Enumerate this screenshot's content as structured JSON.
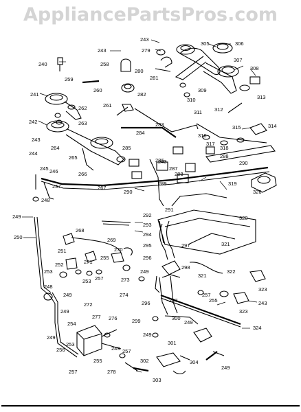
{
  "watermark": "AppliancePartsPros.com",
  "callouts": [
    {
      "id": "c240",
      "text": "240"
    },
    {
      "id": "c241",
      "text": "241"
    },
    {
      "id": "c242",
      "text": "242"
    },
    {
      "id": "c243a",
      "text": "243"
    },
    {
      "id": "c243b",
      "text": "243"
    },
    {
      "id": "c243c",
      "text": "243"
    },
    {
      "id": "c243d",
      "text": "243"
    },
    {
      "id": "c243e",
      "text": "243"
    },
    {
      "id": "c244",
      "text": "244"
    },
    {
      "id": "c245",
      "text": "245"
    },
    {
      "id": "c246",
      "text": "246"
    },
    {
      "id": "c247",
      "text": "247"
    },
    {
      "id": "c248a",
      "text": "248"
    },
    {
      "id": "c248b",
      "text": "248"
    },
    {
      "id": "c249a",
      "text": "249"
    },
    {
      "id": "c249b",
      "text": "249"
    },
    {
      "id": "c249c",
      "text": "249"
    },
    {
      "id": "c249d",
      "text": "249"
    },
    {
      "id": "c249e",
      "text": "249"
    },
    {
      "id": "c249f",
      "text": "249"
    },
    {
      "id": "c249g",
      "text": "249"
    },
    {
      "id": "c249h",
      "text": "249"
    },
    {
      "id": "c249i",
      "text": "249"
    },
    {
      "id": "c250",
      "text": "250"
    },
    {
      "id": "c251",
      "text": "251"
    },
    {
      "id": "c252",
      "text": "252"
    },
    {
      "id": "c253a",
      "text": "253"
    },
    {
      "id": "c253b",
      "text": "253"
    },
    {
      "id": "c253c",
      "text": "253"
    },
    {
      "id": "c254",
      "text": "254"
    },
    {
      "id": "c255a",
      "text": "255"
    },
    {
      "id": "c255b",
      "text": "255"
    },
    {
      "id": "c255c",
      "text": "255"
    },
    {
      "id": "c256",
      "text": "256"
    },
    {
      "id": "c257a",
      "text": "257"
    },
    {
      "id": "c257b",
      "text": "257"
    },
    {
      "id": "c257c",
      "text": "257"
    },
    {
      "id": "c257d",
      "text": "257"
    },
    {
      "id": "c258",
      "text": "258"
    },
    {
      "id": "c259",
      "text": "259"
    },
    {
      "id": "c260",
      "text": "260"
    },
    {
      "id": "c261",
      "text": "261"
    },
    {
      "id": "c262",
      "text": "262"
    },
    {
      "id": "c263",
      "text": "263"
    },
    {
      "id": "c264",
      "text": "264"
    },
    {
      "id": "c265",
      "text": "265"
    },
    {
      "id": "c266",
      "text": "266"
    },
    {
      "id": "c267",
      "text": "267"
    },
    {
      "id": "c268",
      "text": "268"
    },
    {
      "id": "c269",
      "text": "269"
    },
    {
      "id": "c270",
      "text": "270"
    },
    {
      "id": "c271",
      "text": "271"
    },
    {
      "id": "c272",
      "text": "272"
    },
    {
      "id": "c273",
      "text": "273"
    },
    {
      "id": "c274",
      "text": "274"
    },
    {
      "id": "c276",
      "text": "276"
    },
    {
      "id": "c277",
      "text": "277"
    },
    {
      "id": "c278",
      "text": "278"
    },
    {
      "id": "c279",
      "text": "279"
    },
    {
      "id": "c280",
      "text": "280"
    },
    {
      "id": "c281",
      "text": "281"
    },
    {
      "id": "c282",
      "text": "282"
    },
    {
      "id": "c283",
      "text": "283"
    },
    {
      "id": "c284",
      "text": "284"
    },
    {
      "id": "c285",
      "text": "285"
    },
    {
      "id": "c286",
      "text": "286"
    },
    {
      "id": "c287",
      "text": "287"
    },
    {
      "id": "c288a",
      "text": "288"
    },
    {
      "id": "c288b",
      "text": "288"
    },
    {
      "id": "c289",
      "text": "289"
    },
    {
      "id": "c290a",
      "text": "290"
    },
    {
      "id": "c290b",
      "text": "290"
    },
    {
      "id": "c291",
      "text": "291"
    },
    {
      "id": "c292",
      "text": "292"
    },
    {
      "id": "c293",
      "text": "293"
    },
    {
      "id": "c294",
      "text": "294"
    },
    {
      "id": "c295",
      "text": "295"
    },
    {
      "id": "c296a",
      "text": "296"
    },
    {
      "id": "c296b",
      "text": "296"
    },
    {
      "id": "c297a",
      "text": "297"
    },
    {
      "id": "c297b",
      "text": "297"
    },
    {
      "id": "c298",
      "text": "298"
    },
    {
      "id": "c299",
      "text": "299"
    },
    {
      "id": "c300",
      "text": "300"
    },
    {
      "id": "c301",
      "text": "301"
    },
    {
      "id": "c302",
      "text": "302"
    },
    {
      "id": "c303",
      "text": "303"
    },
    {
      "id": "c304",
      "text": "304"
    },
    {
      "id": "c305",
      "text": "305"
    },
    {
      "id": "c306",
      "text": "306"
    },
    {
      "id": "c307",
      "text": "307"
    },
    {
      "id": "c308",
      "text": "308"
    },
    {
      "id": "c309",
      "text": "309"
    },
    {
      "id": "c310",
      "text": "310"
    },
    {
      "id": "c311",
      "text": "311"
    },
    {
      "id": "c312",
      "text": "312"
    },
    {
      "id": "c313",
      "text": "313"
    },
    {
      "id": "c314",
      "text": "314"
    },
    {
      "id": "c315",
      "text": "315"
    },
    {
      "id": "c316",
      "text": "316"
    },
    {
      "id": "c317",
      "text": "317"
    },
    {
      "id": "c318",
      "text": "318"
    },
    {
      "id": "c319",
      "text": "319"
    },
    {
      "id": "c320",
      "text": "320"
    },
    {
      "id": "c321a",
      "text": "321"
    },
    {
      "id": "c321b",
      "text": "321"
    },
    {
      "id": "c322",
      "text": "322"
    },
    {
      "id": "c323a",
      "text": "323"
    },
    {
      "id": "c323b",
      "text": "323"
    },
    {
      "id": "c324",
      "text": "324"
    },
    {
      "id": "c326",
      "text": "326"
    }
  ]
}
